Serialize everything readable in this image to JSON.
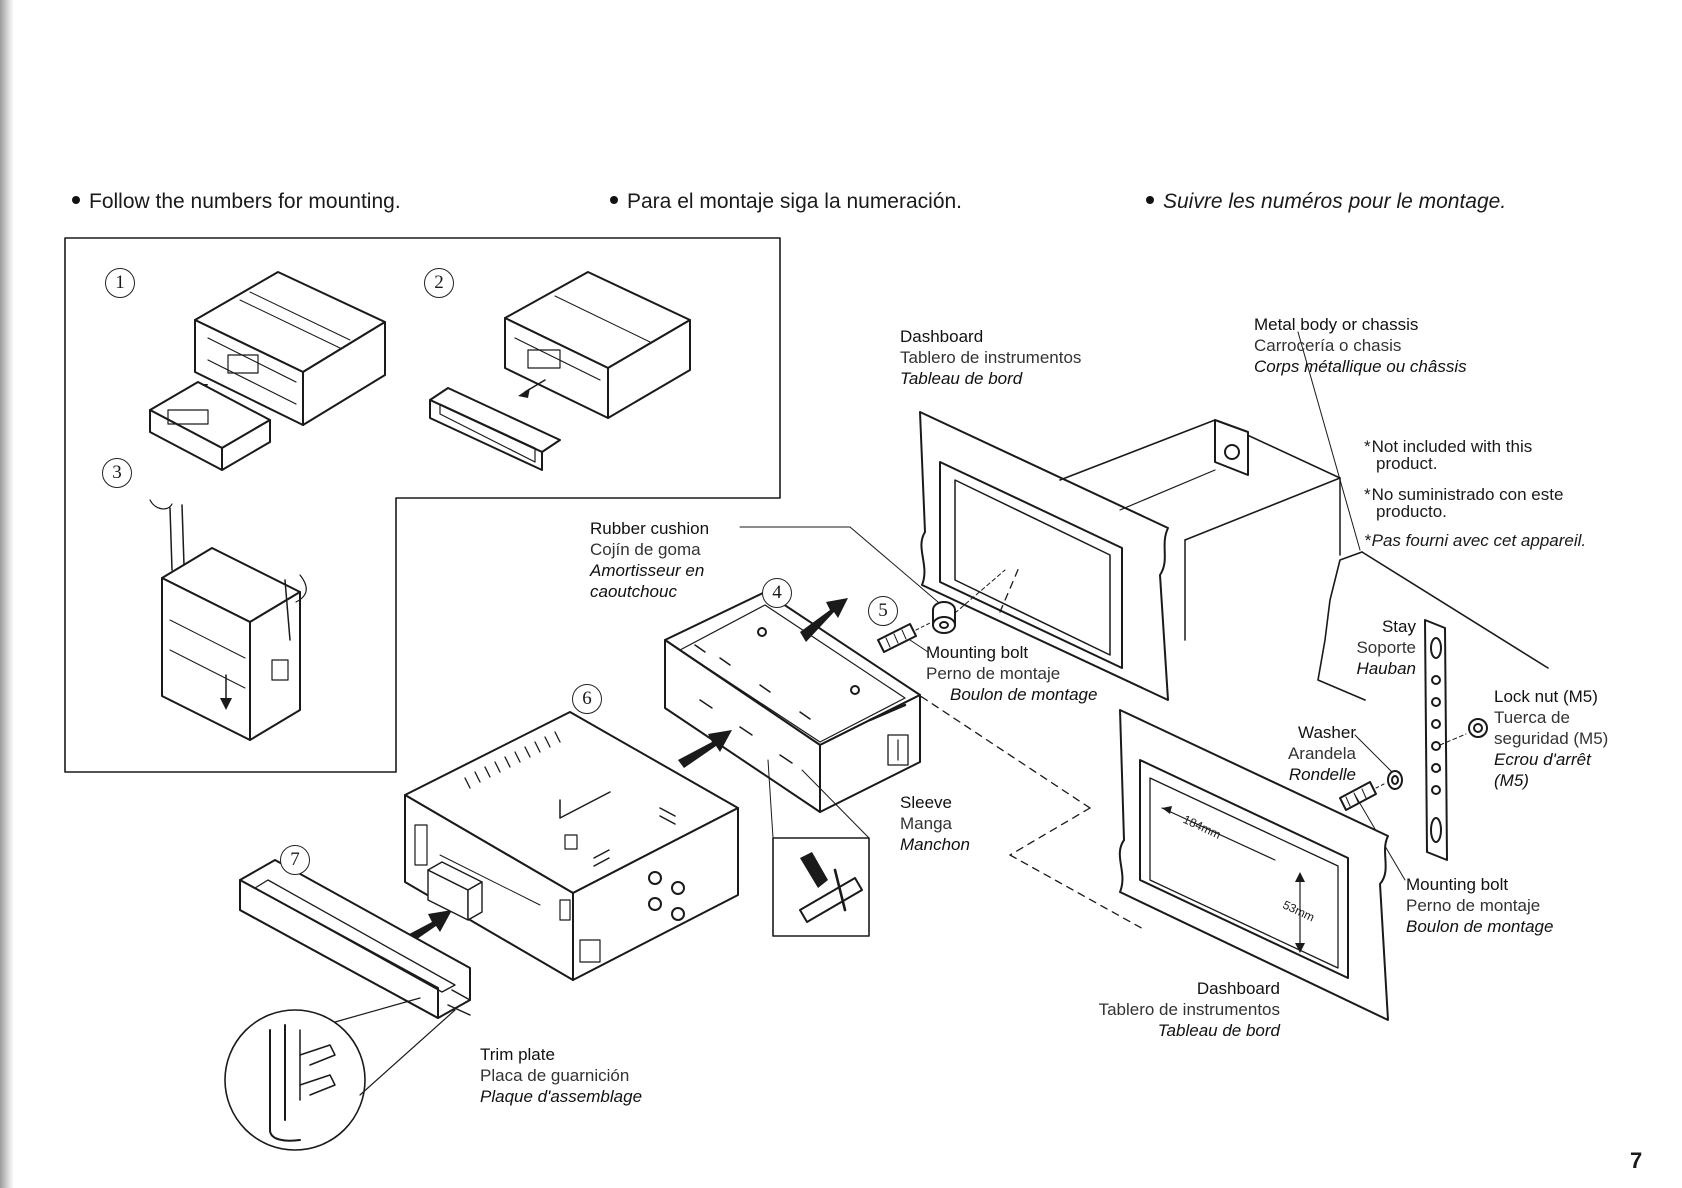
{
  "instructions": {
    "en": "Follow the numbers for mounting.",
    "es": "Para el montaje siga la numeración.",
    "fr": "Suivre les numéros pour le montage."
  },
  "steps": [
    "1",
    "2",
    "3",
    "4",
    "5",
    "6",
    "7"
  ],
  "labels": {
    "dashboard_top": {
      "en": "Dashboard",
      "es": "Tablero de instrumentos",
      "fr": "Tableau de bord"
    },
    "metal_body": {
      "en": "Metal body or chassis",
      "es": "Carrocería o chasis",
      "fr": "Corps métallique ou châssis"
    },
    "rubber_cushion": {
      "en": "Rubber cushion",
      "es": "Cojín de goma",
      "fr1": "Amortisseur en",
      "fr2": "caoutchouc"
    },
    "mounting_bolt_center": {
      "en": "Mounting bolt",
      "es": "Perno de montaje",
      "fr": "Boulon de montage"
    },
    "sleeve": {
      "en": "Sleeve",
      "es": "Manga",
      "fr": "Manchon"
    },
    "trim_plate": {
      "en": "Trim plate",
      "es": "Placa de guarnición",
      "fr": "Plaque d'assemblage"
    },
    "stay": {
      "en": "Stay",
      "es": "Soporte",
      "fr": "Hauban"
    },
    "lock_nut": {
      "en": "Lock nut (M5)",
      "es1": "Tuerca de",
      "es2": "seguridad (M5)",
      "fr1": "Ecrou d'arrêt",
      "fr2": "(M5)"
    },
    "washer": {
      "en": "Washer",
      "es": "Arandela",
      "fr": "Rondelle"
    },
    "mounting_bolt_right": {
      "en": "Mounting bolt",
      "es": "Perno de montaje",
      "fr": "Boulon de montage"
    },
    "dashboard_bottom": {
      "en": "Dashboard",
      "es": "Tablero de instrumentos",
      "fr": "Tableau de bord"
    }
  },
  "notes": {
    "en1": "Not included with this",
    "en2": "product.",
    "es1": "No suministrado con este",
    "es2": "producto.",
    "fr": "Pas fourni avec cet appareil."
  },
  "dimensions": {
    "width": "184mm",
    "height": "53mm"
  },
  "page_number": "7"
}
